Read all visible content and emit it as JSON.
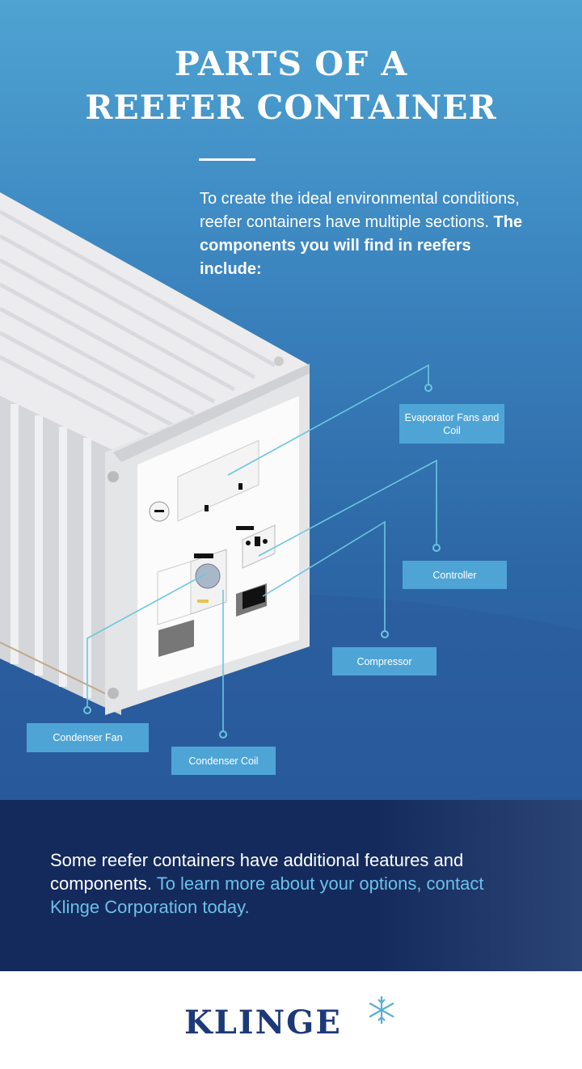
{
  "title": {
    "line1": "PARTS OF A",
    "line2": "REEFER CONTAINER"
  },
  "intro": {
    "plain": "To create the ideal environmental conditions, reefer containers have multiple sections. ",
    "bold": "The components you will find in reefers include:"
  },
  "components": [
    {
      "label": "Evaporator Fans and Coil"
    },
    {
      "label": "Controller"
    },
    {
      "label": "Compressor"
    },
    {
      "label": "Condenser Fan"
    },
    {
      "label": "Condenser Coil"
    }
  ],
  "cta": {
    "plain": "Some reefer containers have additional features and components. ",
    "highlight": "To learn more about your options, contact Klinge Corporation today."
  },
  "brand": {
    "name": "KLINGE"
  },
  "colors": {
    "navy": "#142a5c",
    "label": "#4fa4d6",
    "callout_line": "#6cc6e0",
    "logo": "#1d3a78"
  }
}
